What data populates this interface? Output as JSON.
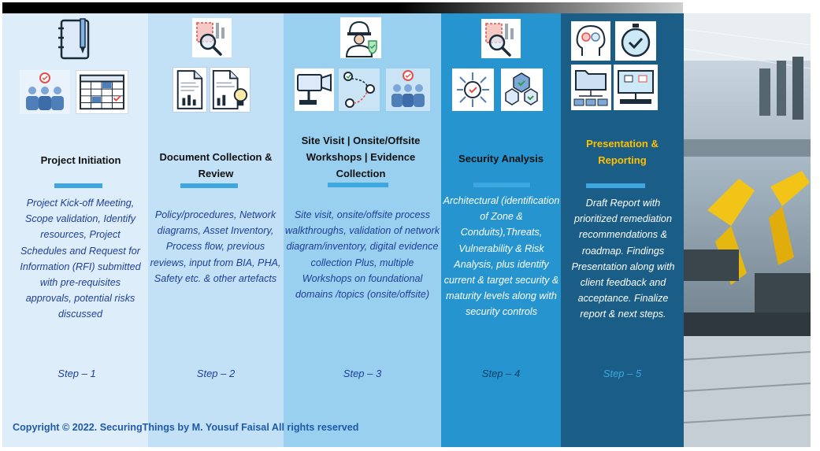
{
  "stages": [
    {
      "title": "Project Initiation",
      "body": "Project Kick-off Meeting, Scope validation, Identify resources, Project Schedules and Request for Information (RFI) submitted with pre-requisites approvals, potential risks discussed",
      "step": "Step – 1"
    },
    {
      "title": "Document Collection & Review",
      "body": "Policy/procedures, Network diagrams, Asset Inventory, Process flow, previous reviews, input from BIA, PHA, Safety etc. & other artefacts",
      "step": "Step – 2"
    },
    {
      "title": "Site Visit | Onsite/Offsite Workshops | Evidence Collection",
      "body": "Site visit, onsite/offsite process walkthroughs, validation of network diagram/inventory, digital evidence collection Plus, multiple Workshops on foundational domains /topics (onsite/offsite)",
      "step": "Step – 3"
    },
    {
      "title": "Security Analysis",
      "body": "Architectural (identification of Zone & Conduits),Threats, Vulnerability & Risk Analysis, plus identify current & target security & maturity levels along with security controls",
      "step": "Step – 4"
    },
    {
      "title": "Presentation & Reporting",
      "body": "Draft Report with prioritized remediation recommendations & roadmap. Findings Presentation along with client feedback and acceptance. Finalize report & next steps.",
      "step": "Step – 5"
    }
  ],
  "copyright": "Copyright © 2022. SecuringThings by M. Yousuf Faisal All rights reserved",
  "colors": {
    "col1": "#ddeefa",
    "col2": "#c2e1f6",
    "col3": "#99cfef",
    "col4": "#2594cf",
    "col5": "#1a5d87",
    "accent_bar": "#3ea7e0",
    "highlight_title": "#ffc000",
    "text_dark": "#1f3f99",
    "text_light": "#ffffff",
    "copyright": "#1e5aa8"
  },
  "icons": {
    "stage1": [
      "notebook-pen-icon",
      "team-icon",
      "calendar-icon"
    ],
    "stage2": [
      "magnifier-report-icon",
      "document-chart-icon",
      "document-idea-icon"
    ],
    "stage3": [
      "engineer-shield-icon",
      "camera-icon",
      "workflow-path-icon",
      "team-icon"
    ],
    "stage4": [
      "magnifier-report-icon",
      "target-arrows-icon",
      "hexagon-check-icon"
    ],
    "stage5": [
      "head-gears-icon",
      "stopwatch-icon",
      "folder-tree-icon",
      "presentation-icon"
    ]
  }
}
